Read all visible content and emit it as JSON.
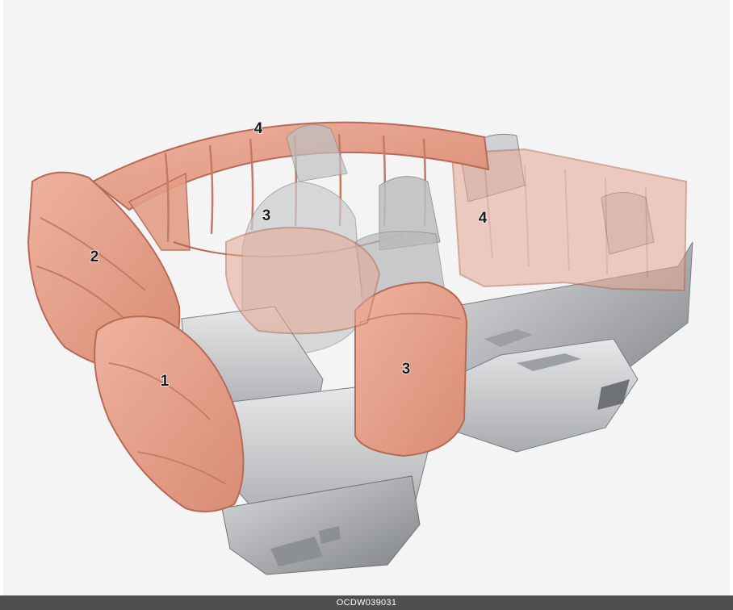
{
  "figure": {
    "callouts": [
      {
        "id": "driver-front-airbag",
        "number": "1"
      },
      {
        "id": "knee-or-passenger-front-airbag",
        "number": "2"
      },
      {
        "id": "side-airbag-front-left",
        "number": "3"
      },
      {
        "id": "side-airbag-front-right",
        "number": "3"
      },
      {
        "id": "curtain-airbag-front",
        "number": "4"
      },
      {
        "id": "curtain-airbag-rear",
        "number": "4"
      }
    ],
    "colors": {
      "airbag": "#e39d87",
      "airbag_edge": "#b76a55",
      "seat": "#c7c9cb",
      "seat_dark": "#8e9194",
      "background": "#f4f4f4",
      "caption_bar": "#4f4f4f"
    }
  },
  "caption": {
    "code": "OCDW039031"
  }
}
